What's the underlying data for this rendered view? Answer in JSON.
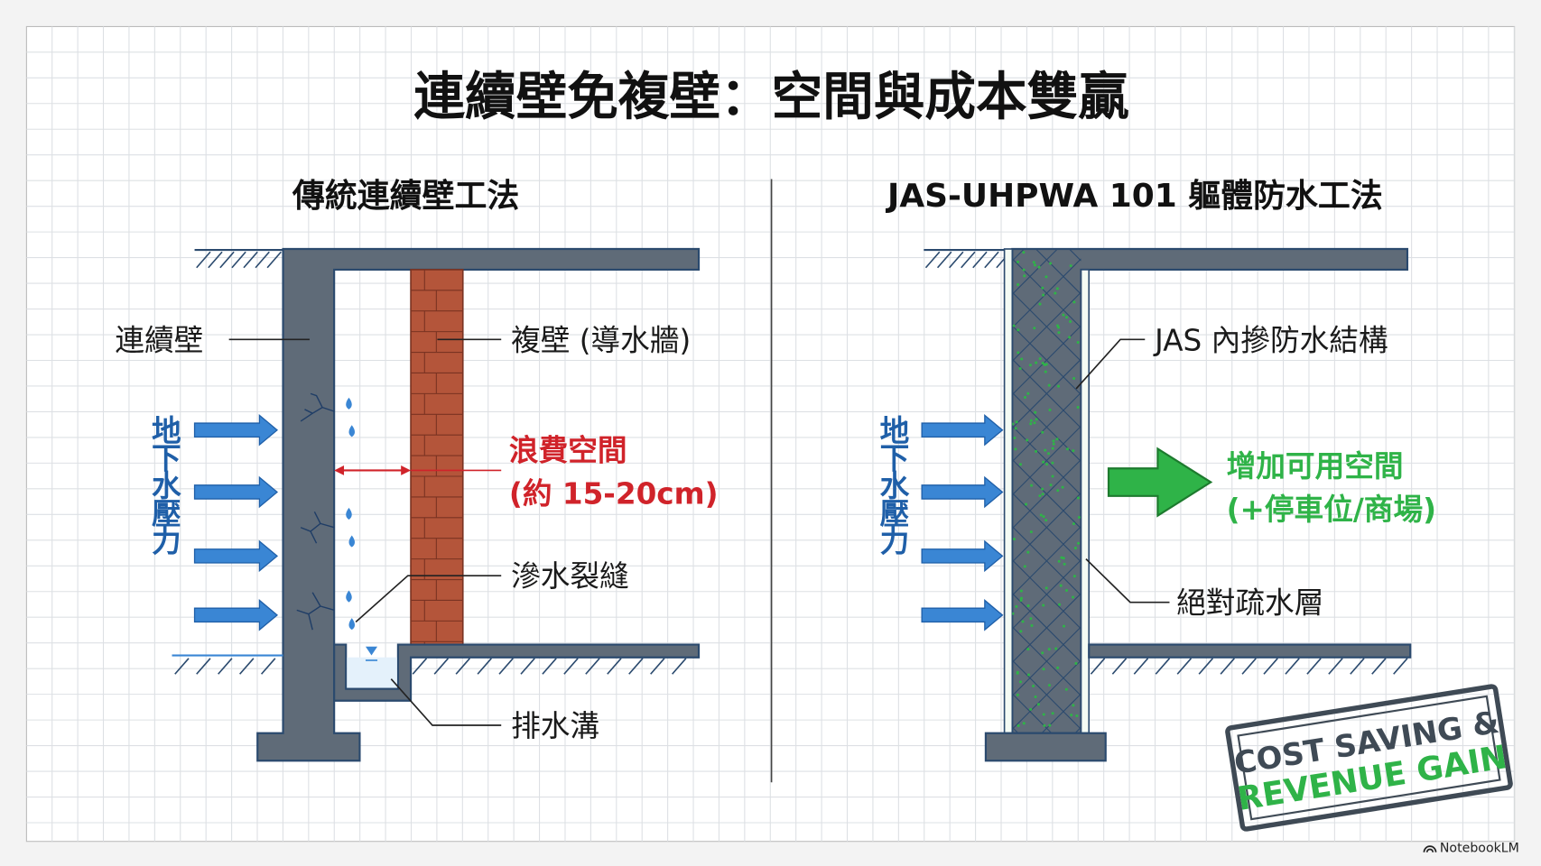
{
  "title": "連續壁免複壁：空間與成本雙贏",
  "left": {
    "subtitle": "傳統連續壁工法",
    "label_diaphragm_wall": "連續壁",
    "label_inner_wall": "複壁 (導水牆)",
    "label_pressure": "地下水壓力",
    "label_waste_1": "浪費空間",
    "label_waste_2": "(約 15-20cm)",
    "label_crack": "滲水裂縫",
    "label_drain": "排水溝"
  },
  "right": {
    "subtitle": "JAS-UHPWA 101 軀體防水工法",
    "label_structure": "JAS 內摻防水結構",
    "label_pressure": "地下水壓力",
    "label_gain_1": "增加可用空間",
    "label_gain_2": "(+停車位/商場)",
    "label_layer": "絕對疏水層"
  },
  "stamp": {
    "line1": "COST SAVING &",
    "line2": "REVENUE GAIN"
  },
  "watermark": "NotebookLM",
  "colors": {
    "concrete": "#5f6b78",
    "outline": "#2b4a6e",
    "brick": "#b4553a",
    "water": "#3a86d4",
    "red": "#d0232a",
    "green": "#2fb348",
    "stamp": "#3f4a55"
  }
}
